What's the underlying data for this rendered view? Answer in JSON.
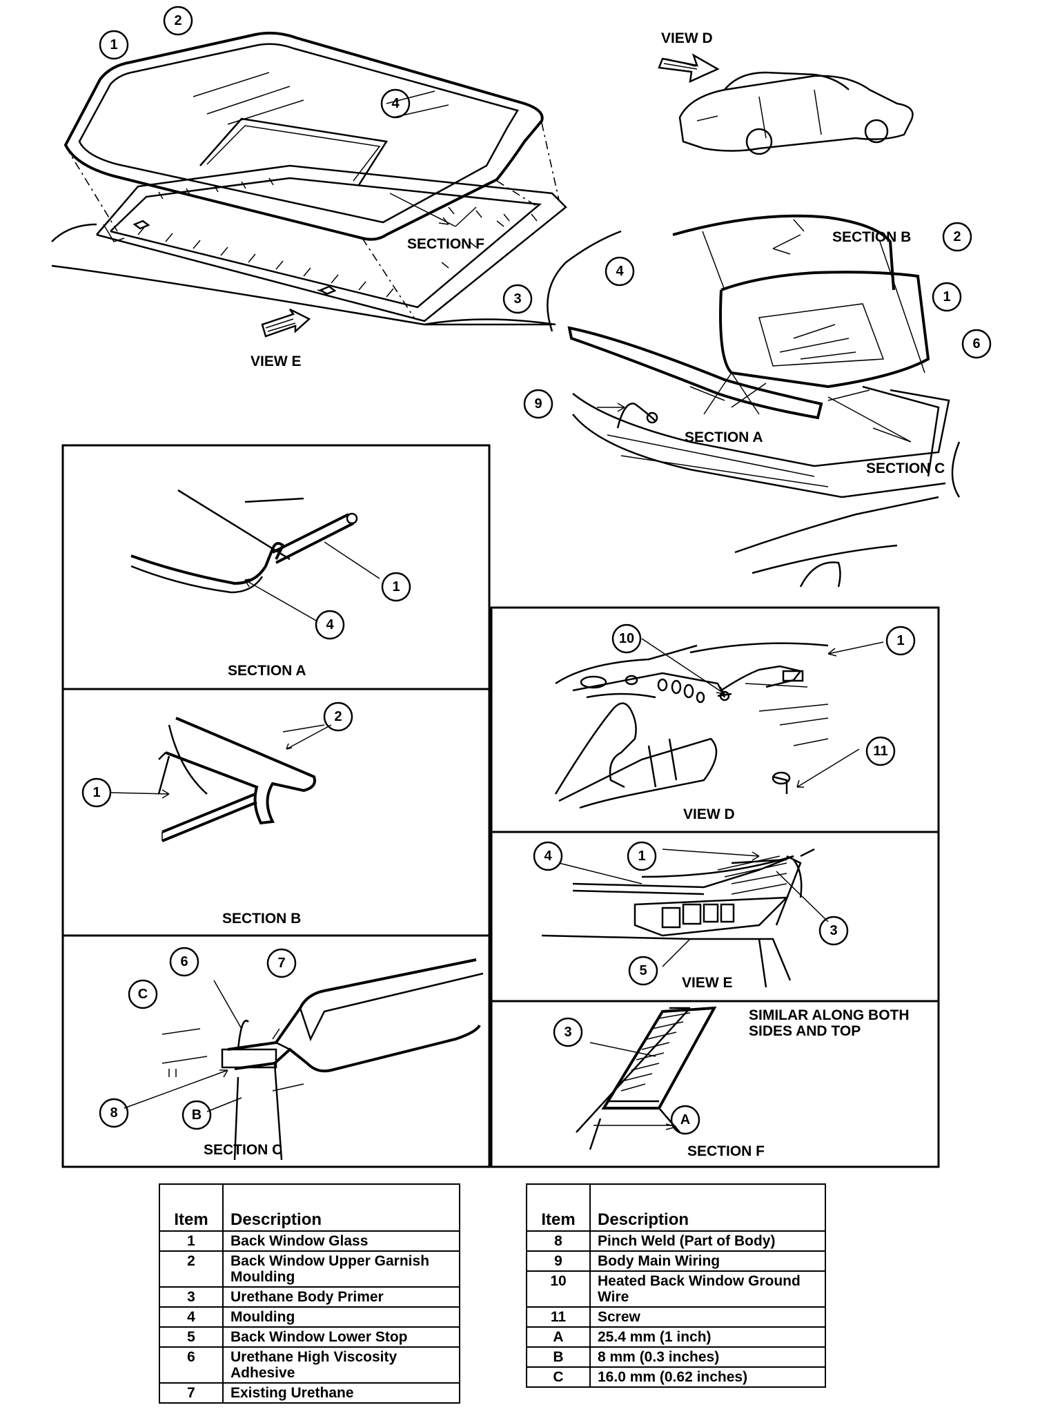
{
  "labels": {
    "view_d": "VIEW D",
    "view_e": "VIEW E",
    "section_a": "SECTION A",
    "section_b": "SECTION B",
    "section_c": "SECTION C",
    "section_f": "SECTION F",
    "similar_note_line1": "SIMILAR ALONG BOTH",
    "similar_note_line2": "SIDES AND TOP"
  },
  "callouts": {
    "n1": "1",
    "n2": "2",
    "n3": "3",
    "n4": "4",
    "n5": "5",
    "n6": "6",
    "n7": "7",
    "n8": "8",
    "n9": "9",
    "n10": "10",
    "n11": "11",
    "a": "A",
    "b": "B",
    "c": "C"
  },
  "legend_left": {
    "header_item": "Item",
    "header_desc": "Description",
    "rows": [
      {
        "item": "1",
        "desc": "Back Window Glass"
      },
      {
        "item": "2",
        "desc": "Back Window Upper Garnish Moulding"
      },
      {
        "item": "3",
        "desc": "Urethane Body Primer"
      },
      {
        "item": "4",
        "desc": "Moulding"
      },
      {
        "item": "5",
        "desc": "Back Window Lower Stop"
      },
      {
        "item": "6",
        "desc": "Urethane High Viscosity Adhesive"
      },
      {
        "item": "7",
        "desc": "Existing Urethane"
      }
    ]
  },
  "legend_right": {
    "header_item": "Item",
    "header_desc": "Description",
    "rows": [
      {
        "item": "8",
        "desc": "Pinch Weld (Part of Body)"
      },
      {
        "item": "9",
        "desc": "Body Main Wiring"
      },
      {
        "item": "10",
        "desc": "Heated Back Window Ground Wire"
      },
      {
        "item": "11",
        "desc": "Screw"
      },
      {
        "item": "A",
        "desc": "25.4 mm (1 inch)"
      },
      {
        "item": "B",
        "desc": "8 mm (0.3 inches)"
      },
      {
        "item": "C",
        "desc": "16.0 mm (0.62 inches)"
      }
    ]
  }
}
